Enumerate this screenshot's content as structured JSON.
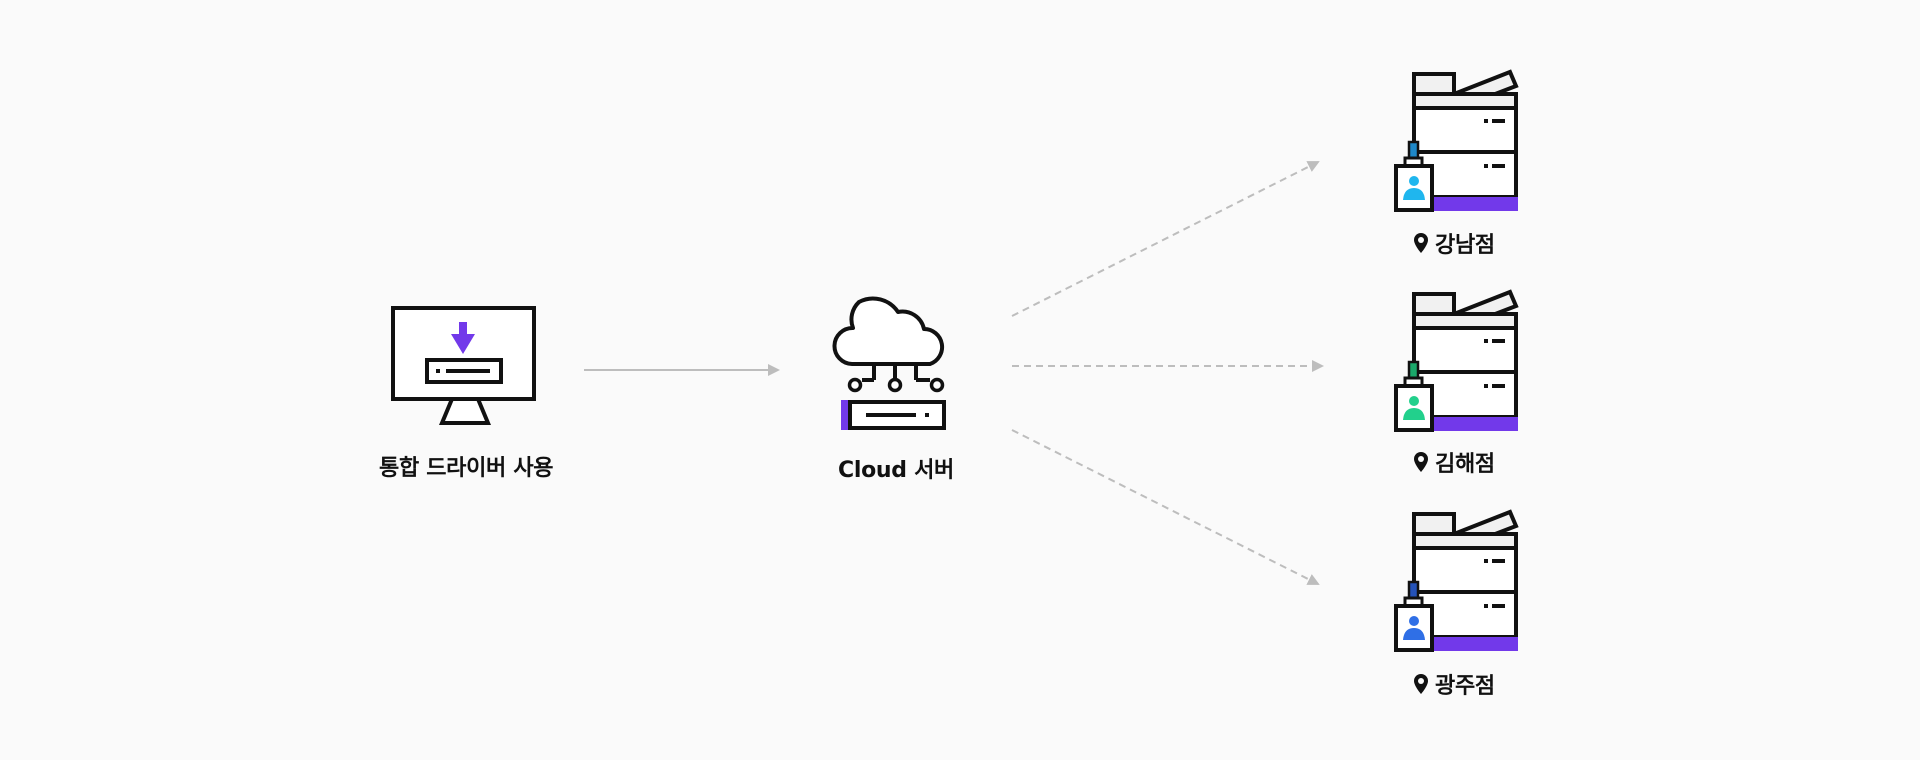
{
  "source": {
    "label": "통합 드라이버 사용",
    "icon": "monitor-download-icon"
  },
  "server": {
    "label": "Cloud 서버",
    "icon": "cloud-server-icon"
  },
  "branches": [
    {
      "label": "강남점",
      "icon": "printer-icon",
      "badge_icon": "id-badge-icon",
      "badge_color": "#1fb6ee",
      "clip_color": "#1e88c8"
    },
    {
      "label": "김해점",
      "icon": "printer-icon",
      "badge_icon": "id-badge-icon",
      "badge_color": "#22d08c",
      "clip_color": "#1aa86a"
    },
    {
      "label": "광주점",
      "icon": "printer-icon",
      "badge_icon": "id-badge-icon",
      "badge_color": "#2f6fe6",
      "clip_color": "#2452b8"
    }
  ],
  "colors": {
    "accent": "#7239ea",
    "stroke": "#111111",
    "connector": "#bdbdbd",
    "background": "#fafafa"
  }
}
